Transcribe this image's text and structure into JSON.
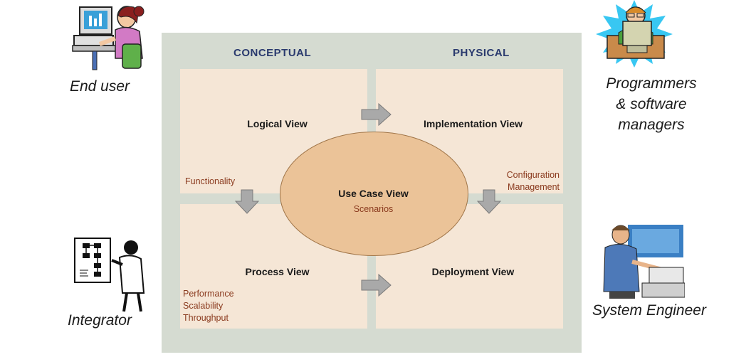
{
  "headers": {
    "conceptual": "CONCEPTUAL",
    "physical": "PHYSICAL"
  },
  "views": {
    "logical": "Logical View",
    "implementation": "Implementation View",
    "process": "Process View",
    "deployment": "Deployment View",
    "use_case": "Use Case View"
  },
  "concerns": {
    "functionality": "Functionality",
    "configuration": [
      "Configuration",
      "Management"
    ],
    "scenarios": "Scenarios",
    "performance": [
      "Performance",
      "Scalability",
      "Throughput"
    ]
  },
  "roles": {
    "end_user": "End user",
    "programmers": [
      "Programmers",
      "& software",
      "managers"
    ],
    "integrator": "Integrator",
    "system_engineer": "System Engineer"
  },
  "colors": {
    "panel": "#d5dbd1",
    "quadrant": "#f5e6d6",
    "ellipse": "#ebc398",
    "header": "#2a3a6e",
    "note": "#8a3a1e",
    "arrow": "#a9a9a9"
  },
  "icons": [
    "end-user-clipart-icon",
    "programmer-clipart-icon",
    "integrator-clipart-icon",
    "system-engineer-clipart-icon",
    "arrow-right-icon",
    "arrow-down-icon"
  ]
}
